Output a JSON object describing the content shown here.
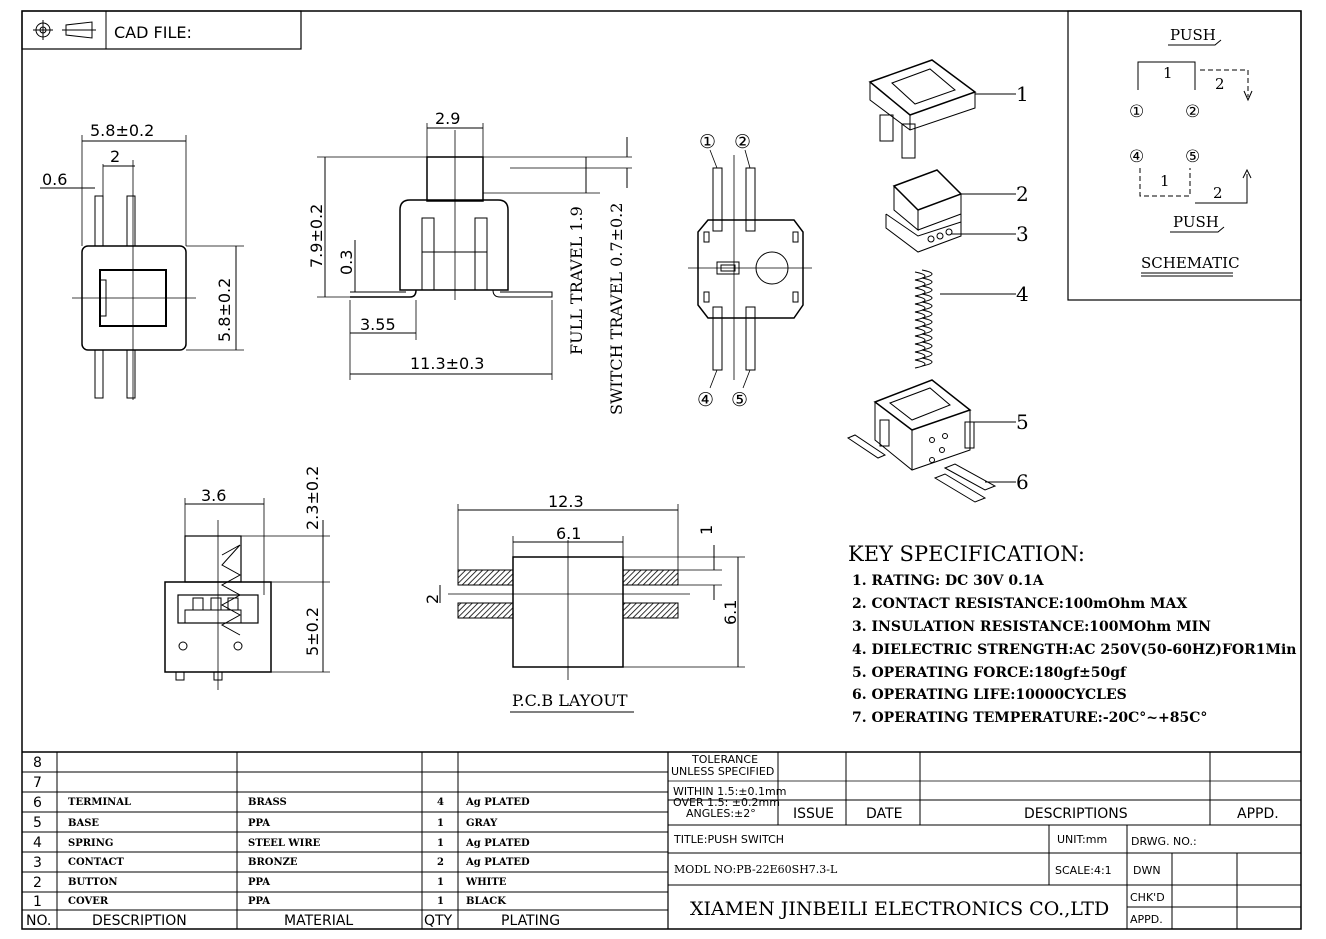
{
  "title_block": {
    "cad_label": "CAD FILE:",
    "title": "TITLE:PUSH SWITCH",
    "model": "MODL NO:PB-22E60SH7.3-L",
    "company": "XIAMEN JINBEILI ELECTRONICS CO.,LTD",
    "unit": "UNIT:mm",
    "scale": "SCALE:4:1",
    "drwg_no": "DRWG. NO.:",
    "dwn": "DWN",
    "chkd": "CHK'D",
    "appd": "APPD.",
    "tol_1": "TOLERANCE",
    "tol_2": "UNLESS SPECIFIED",
    "tol_3": "WITHIN 1.5:±0.1mm",
    "tol_4": "OVER 1.5: ±0.2mm",
    "tol_5": "ANGLES:±2°",
    "issue": "ISSUE",
    "date": "DATE",
    "descriptions": "DESCRIPTIONS",
    "appd_col": "APPD."
  },
  "bom": {
    "headers": {
      "no": "NO.",
      "description": "DESCRIPTION",
      "material": "MATERIAL",
      "qty": "QTY",
      "plating": "PLATING"
    },
    "rows": [
      {
        "no": "8",
        "description": "",
        "material": "",
        "qty": "",
        "plating": ""
      },
      {
        "no": "7",
        "description": "",
        "material": "",
        "qty": "",
        "plating": ""
      },
      {
        "no": "6",
        "description": "TERMINAL",
        "material": "BRASS",
        "qty": "4",
        "plating": "Ag PLATED"
      },
      {
        "no": "5",
        "description": "BASE",
        "material": "PPA",
        "qty": "1",
        "plating": "GRAY"
      },
      {
        "no": "4",
        "description": "SPRING",
        "material": "STEEL WIRE",
        "qty": "1",
        "plating": "Ag PLATED"
      },
      {
        "no": "3",
        "description": "CONTACT",
        "material": "BRONZE",
        "qty": "2",
        "plating": "Ag PLATED"
      },
      {
        "no": "2",
        "description": "BUTTON",
        "material": "PPA",
        "qty": "1",
        "plating": "WHITE"
      },
      {
        "no": "1",
        "description": "COVER",
        "material": "PPA",
        "qty": "1",
        "plating": "BLACK"
      }
    ]
  },
  "dims": {
    "d1": "5.8±0.2",
    "d2": "2",
    "d3": "0.6",
    "d4": "5.8±0.2",
    "d5": "2.9",
    "d6": "7.9±0.2",
    "d7": "0.3",
    "d8": "3.55",
    "d9": "11.3±0.3",
    "d10": "FULL TRAVEL 1.9",
    "d11": "SWITCH TRAVEL 0.7±0.2",
    "d12": "3.6",
    "d13": "2.3±0.2",
    "d14": "5±0.2",
    "d15": "12.3",
    "d16": "6.1",
    "d17": "1",
    "d18": "2",
    "d19": "6.1"
  },
  "pcb_label": "P.C.B LAYOUT",
  "pins": {
    "p1": "①",
    "p2": "②",
    "p4": "④",
    "p5": "⑤"
  },
  "parts": {
    "n1": "1",
    "n2": "2",
    "n3": "3",
    "n4": "4",
    "n5": "5",
    "n6": "6"
  },
  "schematic": {
    "push1": "PUSH",
    "push2": "PUSH",
    "label": "SCHEMATIC",
    "c1": "1",
    "c2": "2",
    "c3": "1",
    "c4": "2",
    "p1": "①",
    "p2": "②",
    "p4": "④",
    "p5": "⑤"
  },
  "spec": {
    "title": "KEY SPECIFICATION:",
    "items": [
      "1. RATING: DC 30V   0.1A",
      "2. CONTACT RESISTANCE:100mOhm MAX",
      "3. INSULATION RESISTANCE:100MOhm MIN",
      "4. DIELECTRIC STRENGTH:AC 250V(50-60HZ)FOR1Min",
      "5. OPERATING FORCE:180gf±50gf",
      "6. OPERATING LIFE:10000CYCLES",
      "7. OPERATING TEMPERATURE:-20C°~+85C°"
    ]
  }
}
